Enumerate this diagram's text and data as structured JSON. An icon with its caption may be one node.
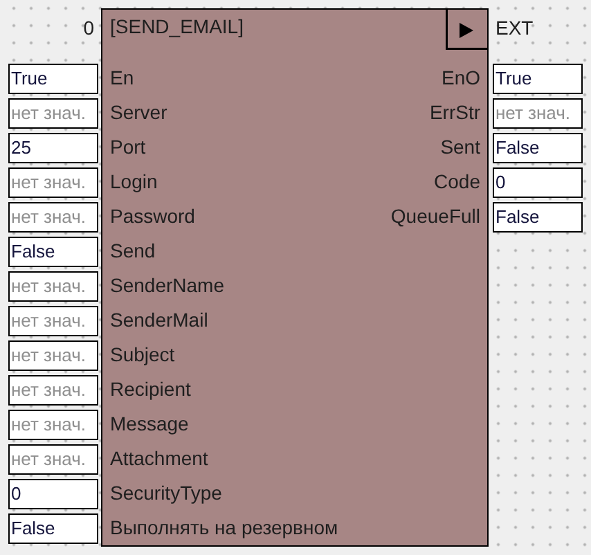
{
  "diagram": {
    "nodes": [
      {
        "text": [
          "[SEND_EMAIL]",
          "En",
          "Server",
          "Port",
          "Login",
          "Password",
          "Send",
          "SenderName",
          "SenderMail",
          "Subject",
          "Recipient",
          "Message",
          "Attachment",
          "SecurityType",
          "Выполнять на резервном",
          "EnO",
          "ErrStr",
          "Sent",
          "Code",
          "QueueFull"
        ],
        "beside": [
          "0",
          "EXT"
        ]
      },
      {
        "text": [
          "True"
        ]
      },
      {
        "text": [
          "нет знач."
        ]
      },
      {
        "text": [
          "25"
        ]
      },
      {
        "text": [
          "нет знач."
        ]
      },
      {
        "text": [
          "нет знач."
        ]
      },
      {
        "text": [
          "False"
        ]
      },
      {
        "text": [
          "нет знач."
        ]
      },
      {
        "text": [
          "нет знач."
        ]
      },
      {
        "text": [
          "нет знач."
        ]
      },
      {
        "text": [
          "нет знач."
        ]
      },
      {
        "text": [
          "нет знач."
        ]
      },
      {
        "text": [
          "нет знач."
        ]
      },
      {
        "text": [
          "0"
        ]
      },
      {
        "text": [
          "False"
        ]
      },
      {
        "text": [
          "True"
        ]
      },
      {
        "text": [
          "нет знач."
        ]
      },
      {
        "text": [
          "False"
        ]
      },
      {
        "text": [
          "0"
        ]
      },
      {
        "text": [
          "False"
        ]
      }
    ]
  }
}
